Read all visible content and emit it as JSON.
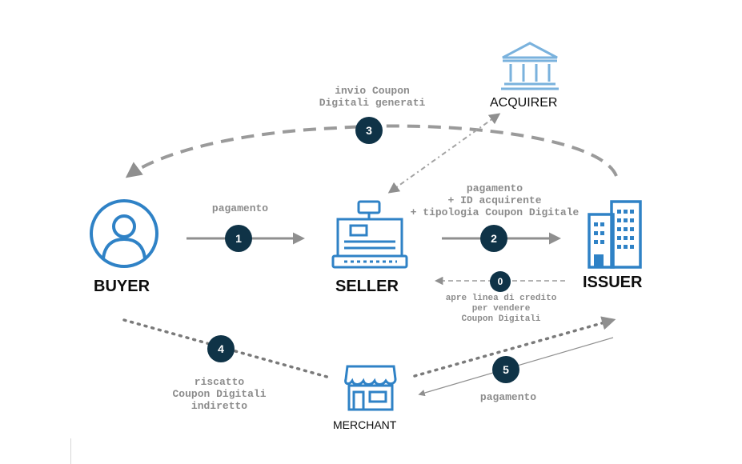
{
  "colors": {
    "accent_blue": "#2f82c6",
    "light_blue": "#7ab2dd",
    "badge": "#0f3347",
    "arrow_gray": "#8f8f8f",
    "label_gray": "#8c8c8c"
  },
  "actors": {
    "buyer": "BUYER",
    "seller": "SELLER",
    "issuer": "ISSUER",
    "acquirer": "ACQUIRER",
    "merchant": "MERCHANT"
  },
  "icons": {
    "buyer": "user-circle-icon",
    "seller": "cash-register-icon",
    "issuer": "office-building-icon",
    "acquirer": "bank-icon",
    "merchant": "shop-icon"
  },
  "steps": {
    "s0": "0",
    "s1": "1",
    "s2": "2",
    "s3": "3",
    "s4": "4",
    "s5": "5"
  },
  "labels": {
    "buyer_to_seller": "pagamento",
    "seller_to_issuer": "pagamento\n+ ID acquirente\n+ tipologia Coupon Digitale",
    "issuer_to_seller": "apre linea di credito\nper vendere\nCoupon Digitali",
    "issuer_to_buyer": "invio Coupon\nDigitali generati",
    "buyer_to_merchant": "riscatto\nCoupon Digitali\nindiretto",
    "issuer_to_merchant": "pagamento"
  }
}
